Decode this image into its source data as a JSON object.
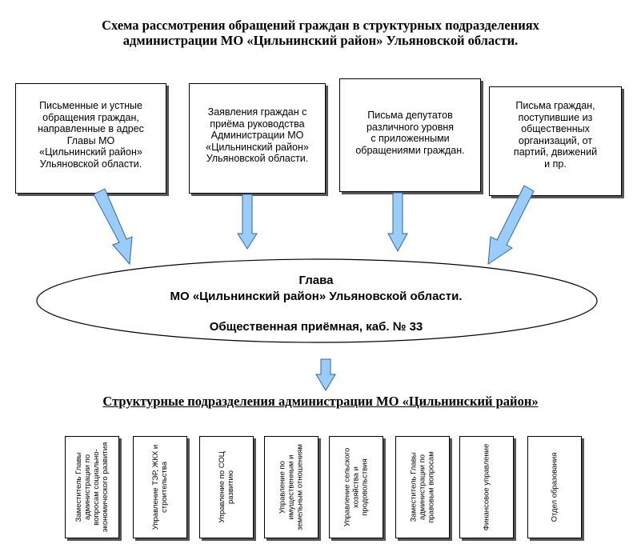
{
  "title": {
    "line1": "Схема рассмотрения обращений граждан в структурных подразделениях",
    "line2": "администрации МО «Цильнинский район» Ульяновской области."
  },
  "sources": [
    {
      "lines": [
        "Письменные и устные",
        "обращения граждан,",
        "направленные в адрес",
        "Главы МО",
        "«Цильнинский район»",
        "Ульяновской области."
      ]
    },
    {
      "lines": [
        "Заявления граждан с",
        "приёма руководства",
        "Администрации МО",
        "«Цильнинский район»",
        "Ульяновской области."
      ]
    },
    {
      "lines": [
        "Письма депутатов",
        "различного уровня",
        "с приложенными",
        "обращениями граждан."
      ]
    },
    {
      "lines": [
        "Письма граждан,",
        "поступившие из",
        "общественных",
        "организаций, от",
        "партий, движений",
        "и пр."
      ]
    }
  ],
  "head": {
    "line1": "Глава",
    "line2": "МО «Цильнинский район» Ульяновской области.",
    "line3": "Общественная приёмная, каб. № 33"
  },
  "subtitle": "Структурные подразделения администрации МО «Цильнинский район»",
  "units": [
    {
      "text": "Заместитель Главы администрации по вопросам социально-экономического развития"
    },
    {
      "text": "Управление ТЭР, ЖКХ и строительства"
    },
    {
      "text": "Управление по СОЦ развитию"
    },
    {
      "text": "Управление по имущественным и земельным отношениям"
    },
    {
      "text": "Управление сельского хозяйства и продовольствия"
    },
    {
      "text": "Заместитель Главы администрации по правовым вопросам"
    },
    {
      "text": "Финансовое управление"
    },
    {
      "text": "Отдел образования"
    }
  ],
  "colors": {
    "arrow_fill": "#99ccff",
    "arrow_stroke": "#336699",
    "border": "#000000"
  }
}
